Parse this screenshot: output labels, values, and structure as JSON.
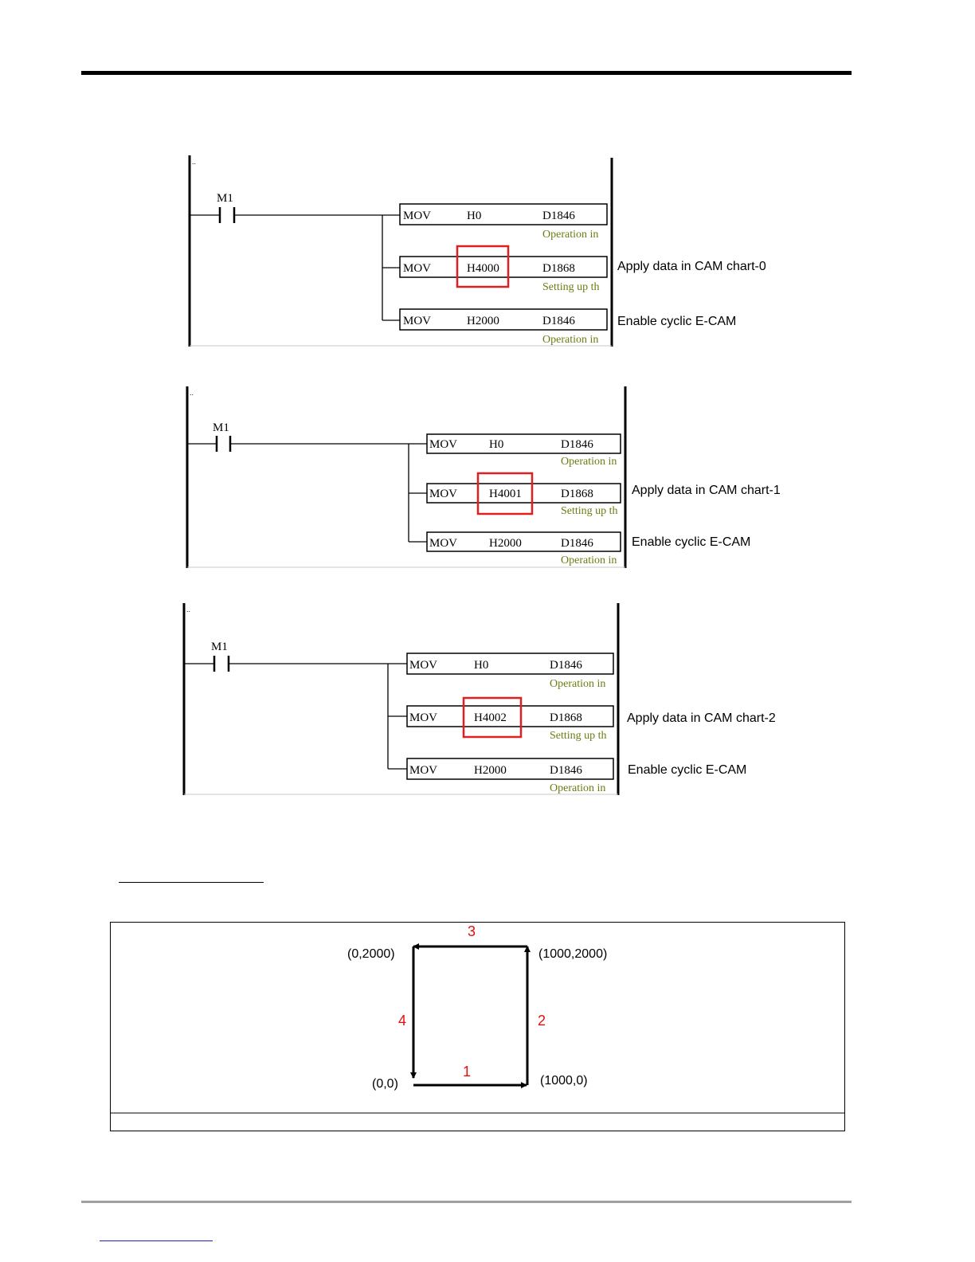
{
  "ladders": [
    {
      "contact": "M1",
      "rungs": [
        {
          "op": "MOV",
          "src": "H0",
          "dst": "D1846",
          "comment": "Operation in",
          "note": ""
        },
        {
          "op": "MOV",
          "src": "H4000",
          "dst": "D1868",
          "comment": "Setting up th",
          "note": "Apply data in CAM chart-0",
          "highlight": true
        },
        {
          "op": "MOV",
          "src": "H2000",
          "dst": "D1846",
          "comment": "Operation in",
          "note": "Enable cyclic E-CAM"
        }
      ]
    },
    {
      "contact": "M1",
      "rungs": [
        {
          "op": "MOV",
          "src": "H0",
          "dst": "D1846",
          "comment": "Operation in",
          "note": ""
        },
        {
          "op": "MOV",
          "src": "H4001",
          "dst": "D1868",
          "comment": "Setting up th",
          "note": "Apply data in CAM chart-1",
          "highlight": true
        },
        {
          "op": "MOV",
          "src": "H2000",
          "dst": "D1846",
          "comment": "Operation in",
          "note": "Enable cyclic E-CAM"
        }
      ]
    },
    {
      "contact": "M1",
      "rungs": [
        {
          "op": "MOV",
          "src": "H0",
          "dst": "D1846",
          "comment": "Operation in",
          "note": ""
        },
        {
          "op": "MOV",
          "src": "H4002",
          "dst": "D1868",
          "comment": "Setting up th",
          "note": "Apply data in CAM chart-2",
          "highlight": true
        },
        {
          "op": "MOV",
          "src": "H2000",
          "dst": "D1846",
          "comment": "Operation in",
          "note": "Enable cyclic E-CAM"
        }
      ]
    }
  ],
  "cam_figure": {
    "points": {
      "p00": "(0,0)",
      "p10": "(1000,0)",
      "p12": "(1000,2000)",
      "p02": "(0,2000)"
    },
    "segments": [
      "1",
      "2",
      "3",
      "4"
    ],
    "colors": {
      "segment_label": "#e01010",
      "highlight_box": "#e02020",
      "comment_text": "#6b7d12"
    }
  }
}
